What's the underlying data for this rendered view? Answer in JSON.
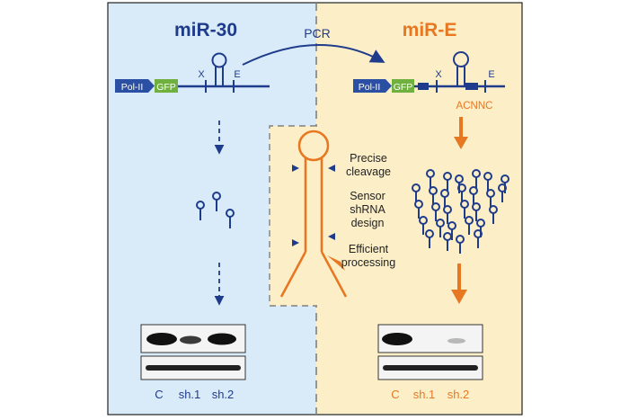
{
  "left": {
    "title": "miR-30",
    "promoter": "Pol-II",
    "reporter": "GFP",
    "site_x": "X",
    "site_e": "E",
    "blot_lanes": [
      "C",
      "sh.1",
      "sh.2"
    ]
  },
  "right": {
    "title": "miR-E",
    "promoter": "Pol-II",
    "reporter": "GFP",
    "site_x": "X",
    "site_e": "E",
    "motif": "ACNNC",
    "blot_lanes": [
      "C",
      "sh.1",
      "sh.2"
    ]
  },
  "arrow_label": "PCR",
  "center": {
    "label_cleavage_1": "Precise",
    "label_cleavage_2": "cleavage",
    "label_sensor_1": "Sensor",
    "label_sensor_2": "shRNA",
    "label_sensor_3": "design",
    "label_processing_1": "Efficient",
    "label_processing_2": "processing"
  },
  "colors": {
    "left_panel_bg": "#d9ebf8",
    "right_panel_bg": "#fcefc7",
    "center_box_bg": "#fcefc7",
    "navy": "#1f3c8c",
    "orange": "#e87722",
    "promoter_fill": "#2b4fa3",
    "gfp_fill": "#6fb03f"
  }
}
